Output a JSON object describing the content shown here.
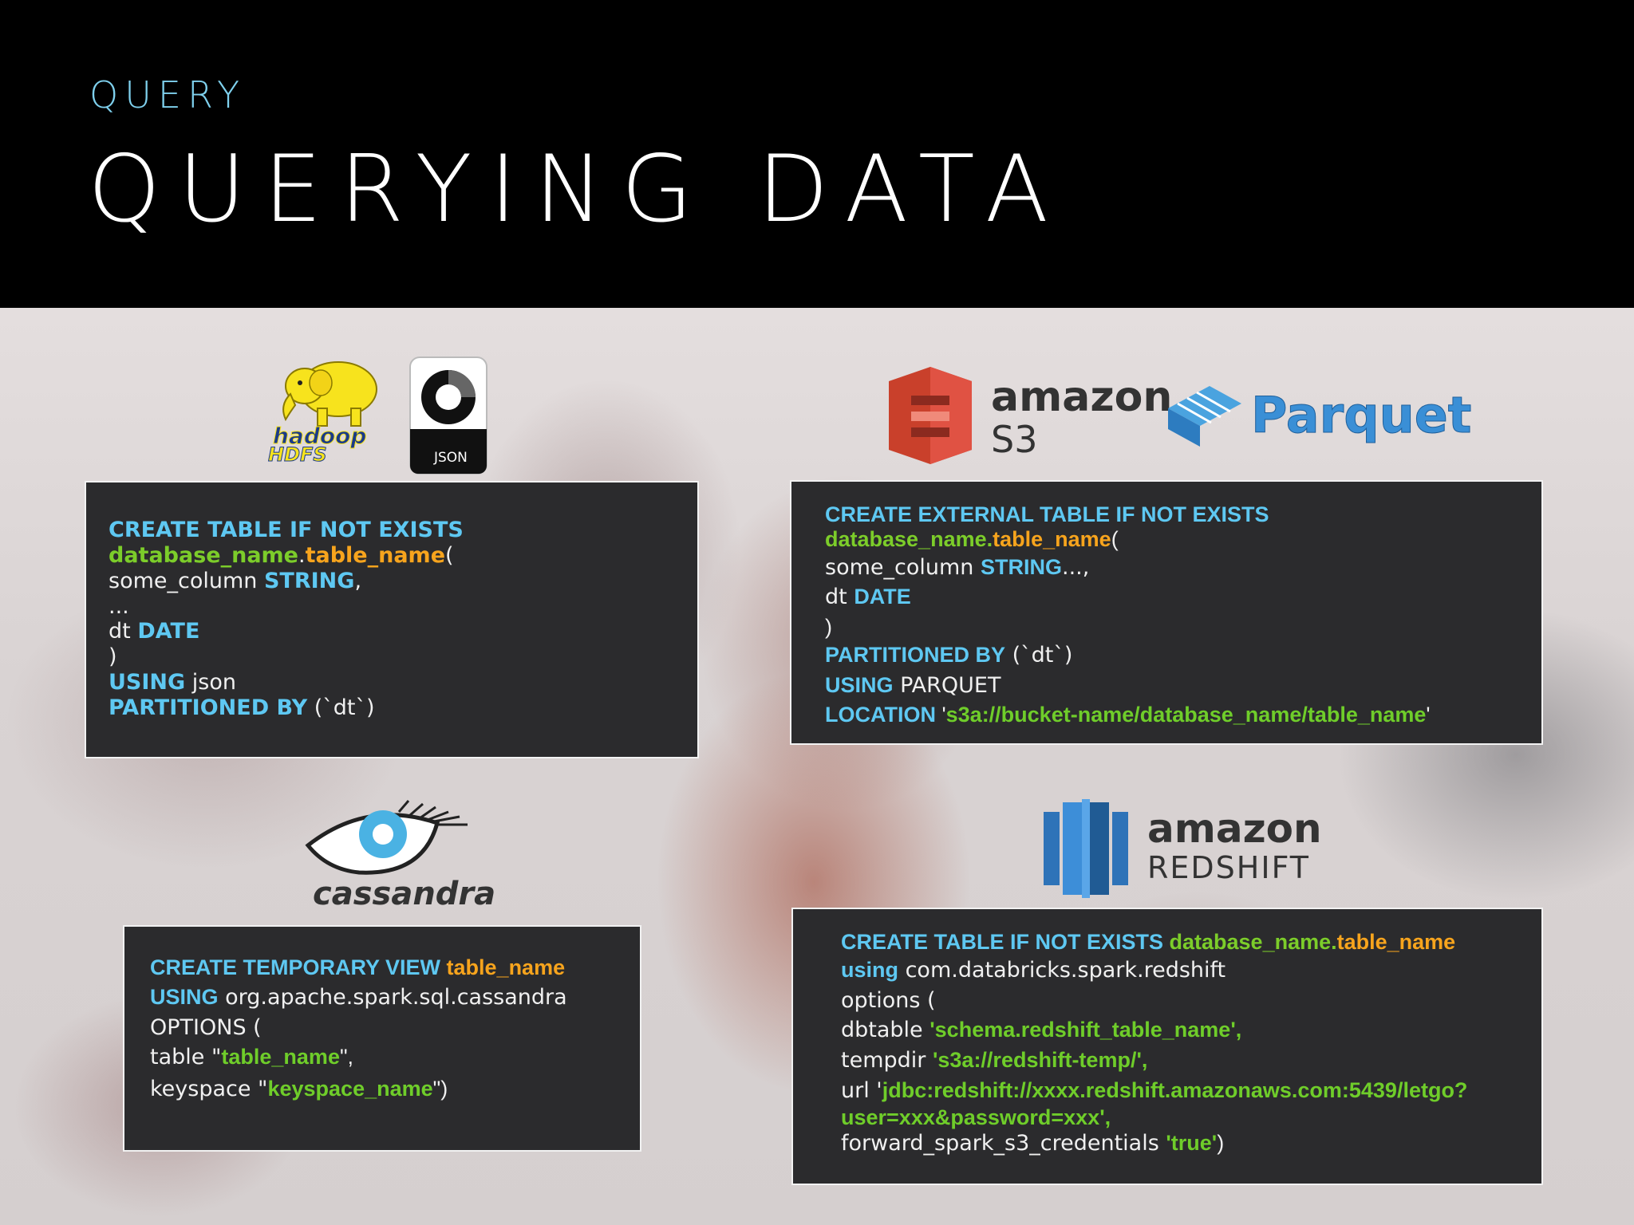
{
  "header": {
    "kicker": "QUERY",
    "title": "QUERYING DATA"
  },
  "logos": {
    "hadoop": {
      "line1": "hadoop",
      "line2": "HDFS"
    },
    "json": {
      "label": "JSON"
    },
    "amazon_s3": {
      "brand": "amazon",
      "product": "S3"
    },
    "parquet": {
      "label": "Parquet"
    },
    "cassandra": {
      "label": "cassandra"
    },
    "amazon_redshift": {
      "brand": "amazon",
      "product": "REDSHIFT"
    }
  },
  "colors": {
    "keyword": "#5ec8f2",
    "identifier": "#7ccd2a",
    "table_name": "#f7a41d",
    "string": "#6fcd2a",
    "code_bg": "#2b2b2d"
  },
  "hdfs_block": {
    "l1_kw": "CREATE TABLE IF NOT EXISTS",
    "l2_db": "database_name",
    "l2_dot": ".",
    "l2_table": "table_name",
    "l2_paren": "(",
    "l3_col": "some_column ",
    "l3_type": "STRING",
    "l3_comma": ",",
    "l4": "...",
    "l5_col": "dt ",
    "l5_type": "DATE",
    "l6": ")",
    "l7_kw": "USING",
    "l7_val": " json",
    "l8_kw": "PARTITIONED BY",
    "l8_val": " (`dt`)"
  },
  "s3_block": {
    "l1_kw": "CREATE EXTERNAL TABLE IF NOT EXISTS",
    "l2_db": "database_name.",
    "l2_table": "table_name",
    "l2_paren": "(",
    "l3_col": "some_column ",
    "l3_type": "STRING",
    "l3_rest": "...,",
    "l4_col": "dt ",
    "l4_type": "DATE",
    "l5": ")",
    "l6_kw": "PARTITIONED BY",
    "l6_val": " (`dt`)",
    "l7_kw": "USING",
    "l7_val": " PARQUET",
    "l8_kw": "LOCATION",
    "l8_q1": " '",
    "l8_str": "s3a://bucket-name/database_name/table_name",
    "l8_q2": "'"
  },
  "cassandra_block": {
    "l1_kw": "CREATE TEMPORARY VIEW",
    "l1_table": " table_name",
    "l2_kw": "USING",
    "l2_val": " org.apache.spark.sql.cassandra",
    "l3": "OPTIONS (",
    "l4_key": "table \"",
    "l4_val": "table_name",
    "l4_end": "\",",
    "l5_key": "keyspace \"",
    "l5_val": "keyspace_name",
    "l5_end": "\")"
  },
  "redshift_block": {
    "l1_kw": "CREATE TABLE IF NOT EXISTS",
    "l1_db": " database_name.",
    "l1_table": "table_name",
    "l2_kw": "using",
    "l2_val": " com.databricks.spark.redshift",
    "l3": "options (",
    "l4_key": "dbtable ",
    "l4_val": "'schema.redshift_table_name',",
    "l5_key": "tempdir ",
    "l5_val": "'s3a://redshift-temp/',",
    "l6_key": "url '",
    "l6_val": "jdbc:redshift://xxxx.redshift.amazonaws.com:5439/letgo?",
    "l7_val": "user=xxx&password=xxx',",
    "l8_key": "forward_spark_s3_credentials ",
    "l8_val": "'true'",
    "l8_end": ")"
  }
}
